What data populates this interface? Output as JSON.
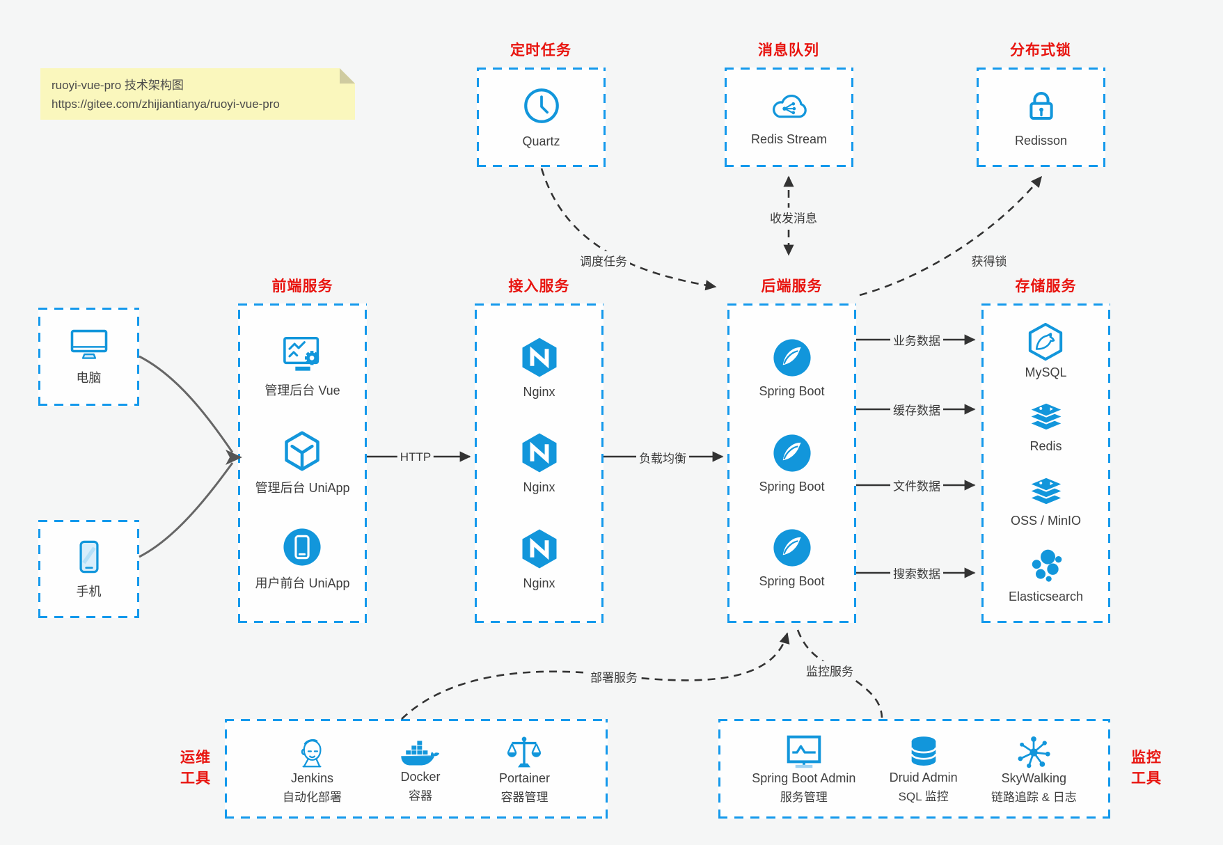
{
  "note": {
    "line1": "ruoyi-vue-pro 技术架构图",
    "line2": "https://gitee.com/zhijiantianya/ruoyi-vue-pro"
  },
  "top_services": [
    {
      "title": "定时任务",
      "icon": "clock-icon",
      "label": "Quartz"
    },
    {
      "title": "消息队列",
      "icon": "cloud-mq-icon",
      "label": "Redis Stream"
    },
    {
      "title": "分布式锁",
      "icon": "lock-icon",
      "label": "Redisson"
    }
  ],
  "clients": [
    {
      "icon": "desktop-icon",
      "label": "电脑"
    },
    {
      "icon": "phone-icon",
      "label": "手机"
    }
  ],
  "frontend": {
    "title": "前端服务",
    "items": [
      {
        "icon": "admin-vue-icon",
        "label": "管理后台 Vue"
      },
      {
        "icon": "cube-icon",
        "label": "管理后台 UniApp"
      },
      {
        "icon": "user-app-icon",
        "label": "用户前台 UniApp"
      }
    ]
  },
  "gateway": {
    "title": "接入服务",
    "items": [
      {
        "icon": "nginx-icon",
        "label": "Nginx"
      },
      {
        "icon": "nginx-icon",
        "label": "Nginx"
      },
      {
        "icon": "nginx-icon",
        "label": "Nginx"
      }
    ]
  },
  "backend": {
    "title": "后端服务",
    "items": [
      {
        "icon": "spring-icon",
        "label": "Spring Boot"
      },
      {
        "icon": "spring-icon",
        "label": "Spring Boot"
      },
      {
        "icon": "spring-icon",
        "label": "Spring Boot"
      }
    ]
  },
  "storage": {
    "title": "存储服务",
    "items": [
      {
        "icon": "mysql-icon",
        "label": "MySQL"
      },
      {
        "icon": "redis-icon",
        "label": "Redis"
      },
      {
        "icon": "oss-icon",
        "label": "OSS / MinIO"
      },
      {
        "icon": "elasticsearch-icon",
        "label": "Elasticsearch"
      }
    ]
  },
  "ops": {
    "title_line1": "运维",
    "title_line2": "工具",
    "items": [
      {
        "icon": "jenkins-icon",
        "label": "Jenkins",
        "sublabel": "自动化部署"
      },
      {
        "icon": "docker-icon",
        "label": "Docker",
        "sublabel": "容器"
      },
      {
        "icon": "portainer-icon",
        "label": "Portainer",
        "sublabel": "容器管理"
      }
    ]
  },
  "monitoring": {
    "title_line1": "监控",
    "title_line2": "工具",
    "items": [
      {
        "icon": "sba-icon",
        "label": "Spring Boot Admin",
        "sublabel": "服务管理"
      },
      {
        "icon": "druid-icon",
        "label": "Druid Admin",
        "sublabel": "SQL 监控"
      },
      {
        "icon": "skywalking-icon",
        "label": "SkyWalking",
        "sublabel": "链路追踪 & 日志"
      }
    ]
  },
  "edges": {
    "http": "HTTP",
    "load_balance": "负载均衡",
    "schedule": "调度任务",
    "messaging": "收发消息",
    "lock": "获得锁",
    "business": "业务数据",
    "cache": "缓存数据",
    "file": "文件数据",
    "search": "搜索数据",
    "deploy": "部署服务",
    "monitor": "监控服务"
  },
  "colors": {
    "accent_blue": "#1499ec",
    "icon_blue": "#1296db",
    "title_red": "#e8140f",
    "edge_dark": "#333333",
    "client_edge_gray": "#666666",
    "note_bg": "#faf7bd",
    "page_bg": "#f5f6f6"
  }
}
